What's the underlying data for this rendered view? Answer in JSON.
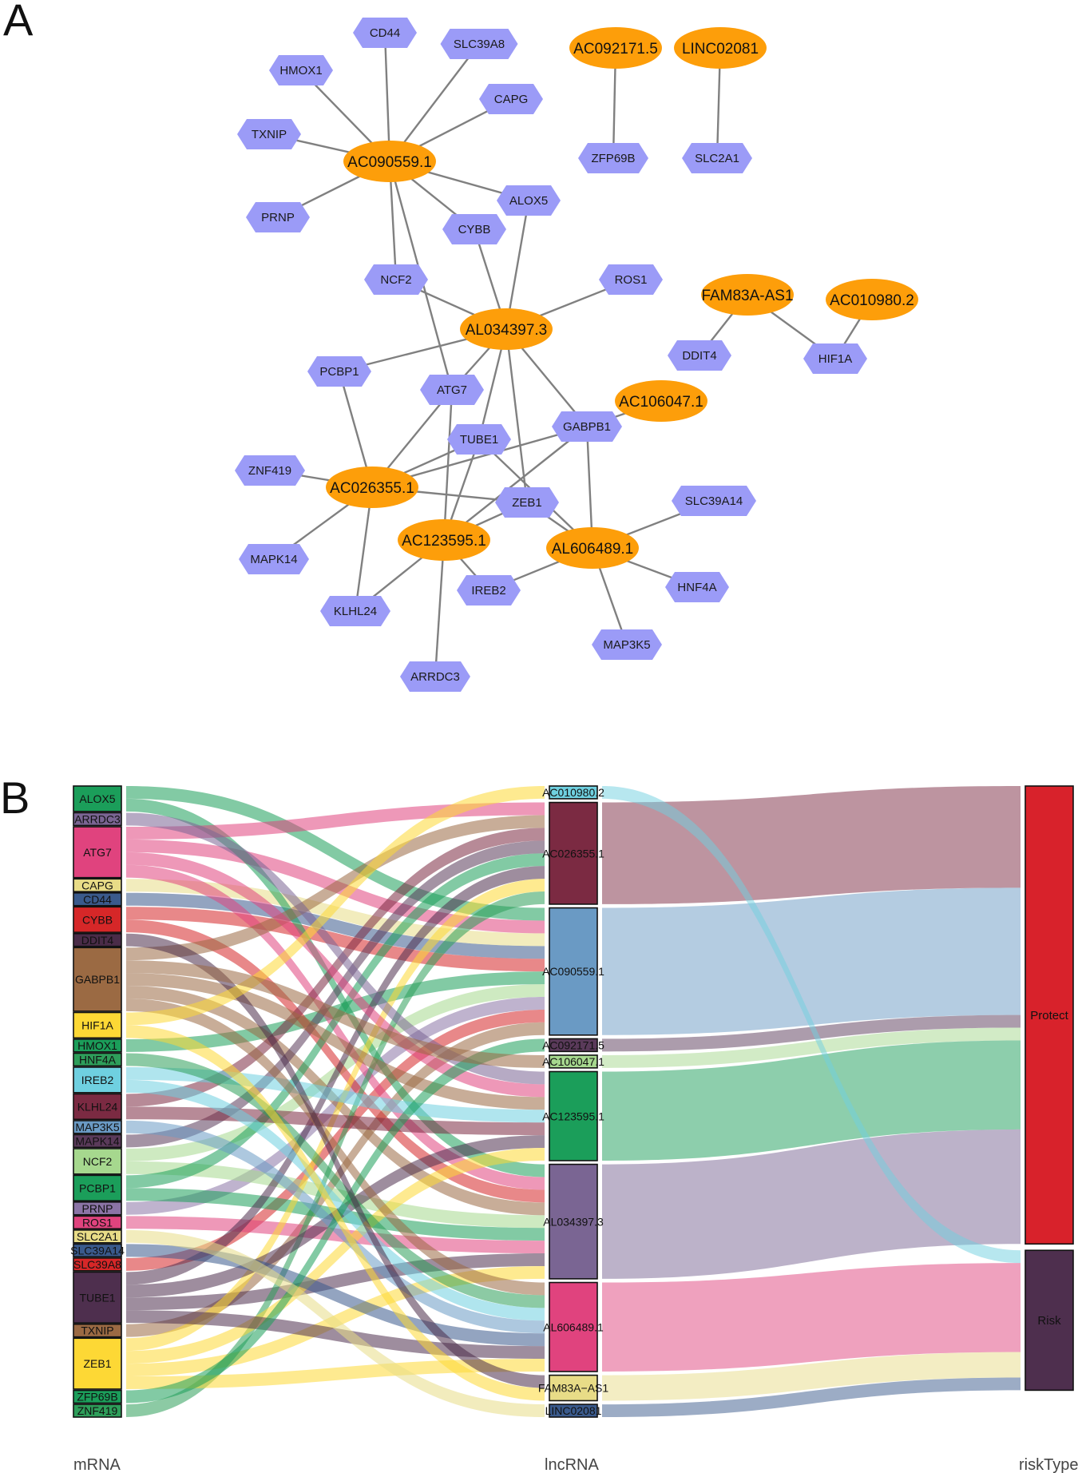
{
  "panels": {
    "a_label": "A",
    "b_label": "B"
  },
  "colors": {
    "mrna_node": "#9b9bf7",
    "lncrna_node": "#fd9e0a",
    "edge": "#808080",
    "protect": "#d8222b",
    "risk": "#4e2f4e"
  },
  "network": {
    "lncrnas": [
      {
        "id": "AC090559.1"
      },
      {
        "id": "AL034397.3"
      },
      {
        "id": "AC026355.1"
      },
      {
        "id": "AC123595.1"
      },
      {
        "id": "AL606489.1"
      },
      {
        "id": "AC092171.5"
      },
      {
        "id": "LINC02081"
      },
      {
        "id": "FAM83A-AS1"
      },
      {
        "id": "AC010980.2"
      },
      {
        "id": "AC106047.1"
      }
    ],
    "mrnas": [
      {
        "id": "CD44"
      },
      {
        "id": "SLC39A8"
      },
      {
        "id": "HMOX1"
      },
      {
        "id": "CAPG"
      },
      {
        "id": "TXNIP"
      },
      {
        "id": "ALOX5"
      },
      {
        "id": "PRNP"
      },
      {
        "id": "CYBB"
      },
      {
        "id": "NCF2"
      },
      {
        "id": "ROS1"
      },
      {
        "id": "PCBP1"
      },
      {
        "id": "ATG7"
      },
      {
        "id": "GABPB1"
      },
      {
        "id": "TUBE1"
      },
      {
        "id": "ZNF419"
      },
      {
        "id": "ZEB1"
      },
      {
        "id": "SLC39A14"
      },
      {
        "id": "MAPK14"
      },
      {
        "id": "IREB2"
      },
      {
        "id": "HNF4A"
      },
      {
        "id": "KLHL24"
      },
      {
        "id": "MAP3K5"
      },
      {
        "id": "ARRDC3"
      },
      {
        "id": "ZFP69B"
      },
      {
        "id": "SLC2A1"
      },
      {
        "id": "DDIT4"
      },
      {
        "id": "HIF1A"
      }
    ],
    "edges": [
      [
        "AC090559.1",
        "CD44"
      ],
      [
        "AC090559.1",
        "SLC39A8"
      ],
      [
        "AC090559.1",
        "HMOX1"
      ],
      [
        "AC090559.1",
        "CAPG"
      ],
      [
        "AC090559.1",
        "TXNIP"
      ],
      [
        "AC090559.1",
        "ALOX5"
      ],
      [
        "AC090559.1",
        "PRNP"
      ],
      [
        "AC090559.1",
        "CYBB"
      ],
      [
        "AC090559.1",
        "NCF2"
      ],
      [
        "AC090559.1",
        "ATG7"
      ],
      [
        "AL034397.3",
        "NCF2"
      ],
      [
        "AL034397.3",
        "CYBB"
      ],
      [
        "AL034397.3",
        "ALOX5"
      ],
      [
        "AL034397.3",
        "ROS1"
      ],
      [
        "AL034397.3",
        "PCBP1"
      ],
      [
        "AL034397.3",
        "ATG7"
      ],
      [
        "AL034397.3",
        "GABPB1"
      ],
      [
        "AL034397.3",
        "TUBE1"
      ],
      [
        "AL034397.3",
        "ZEB1"
      ],
      [
        "AC026355.1",
        "ATG7"
      ],
      [
        "AC026355.1",
        "PCBP1"
      ],
      [
        "AC026355.1",
        "ZNF419"
      ],
      [
        "AC026355.1",
        "TUBE1"
      ],
      [
        "AC026355.1",
        "GABPB1"
      ],
      [
        "AC026355.1",
        "ZEB1"
      ],
      [
        "AC026355.1",
        "MAPK14"
      ],
      [
        "AC026355.1",
        "KLHL24"
      ],
      [
        "AC123595.1",
        "ATG7"
      ],
      [
        "AC123595.1",
        "TUBE1"
      ],
      [
        "AC123595.1",
        "GABPB1"
      ],
      [
        "AC123595.1",
        "ZEB1"
      ],
      [
        "AC123595.1",
        "IREB2"
      ],
      [
        "AC123595.1",
        "KLHL24"
      ],
      [
        "AC123595.1",
        "ARRDC3"
      ],
      [
        "AL606489.1",
        "GABPB1"
      ],
      [
        "AL606489.1",
        "TUBE1"
      ],
      [
        "AL606489.1",
        "ZEB1"
      ],
      [
        "AL606489.1",
        "SLC39A14"
      ],
      [
        "AL606489.1",
        "HNF4A"
      ],
      [
        "AL606489.1",
        "IREB2"
      ],
      [
        "AL606489.1",
        "MAP3K5"
      ],
      [
        "AC092171.5",
        "ZFP69B"
      ],
      [
        "LINC02081",
        "SLC2A1"
      ],
      [
        "FAM83A-AS1",
        "DDIT4"
      ],
      [
        "FAM83A-AS1",
        "HIF1A"
      ],
      [
        "AC010980.2",
        "HIF1A"
      ],
      [
        "AC106047.1",
        "GABPB1"
      ]
    ]
  },
  "sankey": {
    "axis_labels": {
      "mrna": "mRNA",
      "lncrna": "lncRNA",
      "risk": "riskType"
    },
    "mrna_nodes": [
      {
        "id": "ALOX5",
        "color": "#1b9e5a"
      },
      {
        "id": "ARRDC3",
        "color": "#7a6593"
      },
      {
        "id": "ATG7",
        "color": "#e0437e"
      },
      {
        "id": "CAPG",
        "color": "#e8dc87"
      },
      {
        "id": "CD44",
        "color": "#3a5a8c"
      },
      {
        "id": "CYBB",
        "color": "#d62728"
      },
      {
        "id": "DDIT4",
        "color": "#4a2c48"
      },
      {
        "id": "GABPB1",
        "color": "#9b6a43"
      },
      {
        "id": "HIF1A",
        "color": "#fdd835"
      },
      {
        "id": "HMOX1",
        "color": "#1b9e5a"
      },
      {
        "id": "HNF4A",
        "color": "#2e9e5a"
      },
      {
        "id": "IREB2",
        "color": "#6fd0e0"
      },
      {
        "id": "KLHL24",
        "color": "#7b2a42"
      },
      {
        "id": "MAP3K5",
        "color": "#6a9ac4"
      },
      {
        "id": "MAPK14",
        "color": "#5a3a5a"
      },
      {
        "id": "NCF2",
        "color": "#a6d88e"
      },
      {
        "id": "PCBP1",
        "color": "#1b9e5a"
      },
      {
        "id": "PRNP",
        "color": "#8b74a6"
      },
      {
        "id": "ROS1",
        "color": "#e0437e"
      },
      {
        "id": "SLC2A1",
        "color": "#e8dc87"
      },
      {
        "id": "SLC39A14",
        "color": "#3a5a8c"
      },
      {
        "id": "SLC39A8",
        "color": "#d62728"
      },
      {
        "id": "TUBE1",
        "color": "#4e2f4e"
      },
      {
        "id": "TXNIP",
        "color": "#9b6a43"
      },
      {
        "id": "ZEB1",
        "color": "#fdd835"
      },
      {
        "id": "ZFP69B",
        "color": "#1b9e5a"
      },
      {
        "id": "ZNF419",
        "color": "#2e9e5a"
      }
    ],
    "lncrna_nodes": [
      {
        "id": "AC010980.2",
        "color": "#6fd0e0",
        "risk": "Risk"
      },
      {
        "id": "AC026355.1",
        "color": "#7b2a42",
        "risk": "Protect"
      },
      {
        "id": "AC090559.1",
        "color": "#6a9ac4",
        "risk": "Protect"
      },
      {
        "id": "AC092171.5",
        "color": "#5a3a5a",
        "risk": "Protect"
      },
      {
        "id": "AC106047.1",
        "color": "#a6d88e",
        "risk": "Protect"
      },
      {
        "id": "AC123595.1",
        "color": "#1b9e5a",
        "risk": "Protect"
      },
      {
        "id": "AL034397.3",
        "color": "#7a6593",
        "risk": "Protect"
      },
      {
        "id": "AL606489.1",
        "color": "#e0437e",
        "risk": "Risk"
      },
      {
        "id": "FAM83A−AS1",
        "color": "#e8dc87",
        "risk": "Risk"
      },
      {
        "id": "LINC02081",
        "color": "#3a5a8c",
        "risk": "Risk"
      }
    ],
    "risk_nodes": [
      {
        "id": "Protect",
        "color": "#d8222b"
      },
      {
        "id": "Risk",
        "color": "#4e2f4e"
      }
    ]
  }
}
